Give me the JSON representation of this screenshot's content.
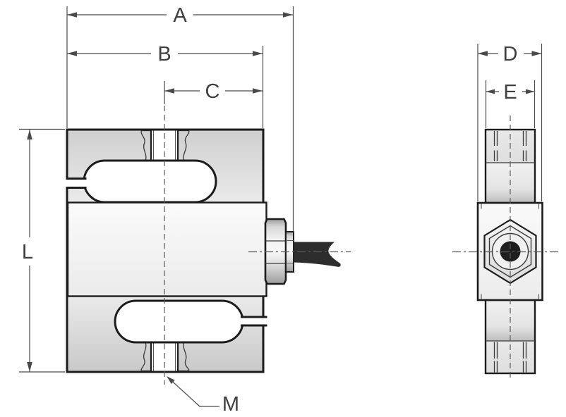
{
  "drawing": {
    "type": "load-cell-dimensional-drawing",
    "dimension_labels": {
      "A": "A",
      "B": "B",
      "C": "C",
      "D": "D",
      "E": "E",
      "L": "L",
      "M": "M"
    },
    "colors": {
      "background": "#ffffff",
      "outline": "#1c1c1c",
      "dimension_line": "#4a4a4a",
      "label_text": "#3f3f3f",
      "centerline": "#5a5a5a",
      "body_gray_dark": "#c9c9c9",
      "body_gray_light": "#ebebeb",
      "slot_white": "#ffffff",
      "cable_black": "#2d2d2d"
    }
  }
}
